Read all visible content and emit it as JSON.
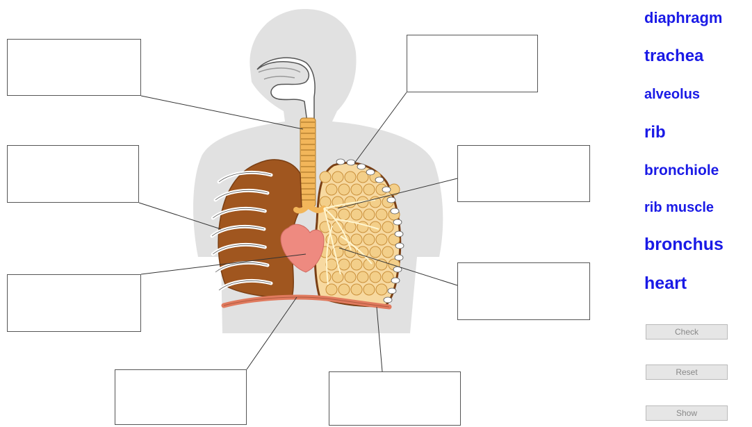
{
  "words": [
    {
      "id": "diaphragm",
      "label": "diaphragm"
    },
    {
      "id": "trachea",
      "label": "trachea"
    },
    {
      "id": "alveolus",
      "label": "alveolus"
    },
    {
      "id": "rib",
      "label": "rib"
    },
    {
      "id": "bronchiole",
      "label": "bronchiole"
    },
    {
      "id": "rib-muscle",
      "label": "rib muscle"
    },
    {
      "id": "bronchus",
      "label": "bronchus"
    },
    {
      "id": "heart",
      "label": "heart"
    }
  ],
  "buttons": {
    "check": "Check",
    "reset": "Reset",
    "show": "Show"
  },
  "colors": {
    "word_text": "#1a1ae6",
    "body_silhouette": "#e1e1e1",
    "lung_right": "#a0561f",
    "lung_left_fill": "#f7d9a0",
    "alveoli": "#f3cf8a",
    "heart": "#ee8a80",
    "diaphragm": "#e07a5e",
    "trachea": "#f2b65a",
    "button_bg": "#e6e6e6"
  }
}
